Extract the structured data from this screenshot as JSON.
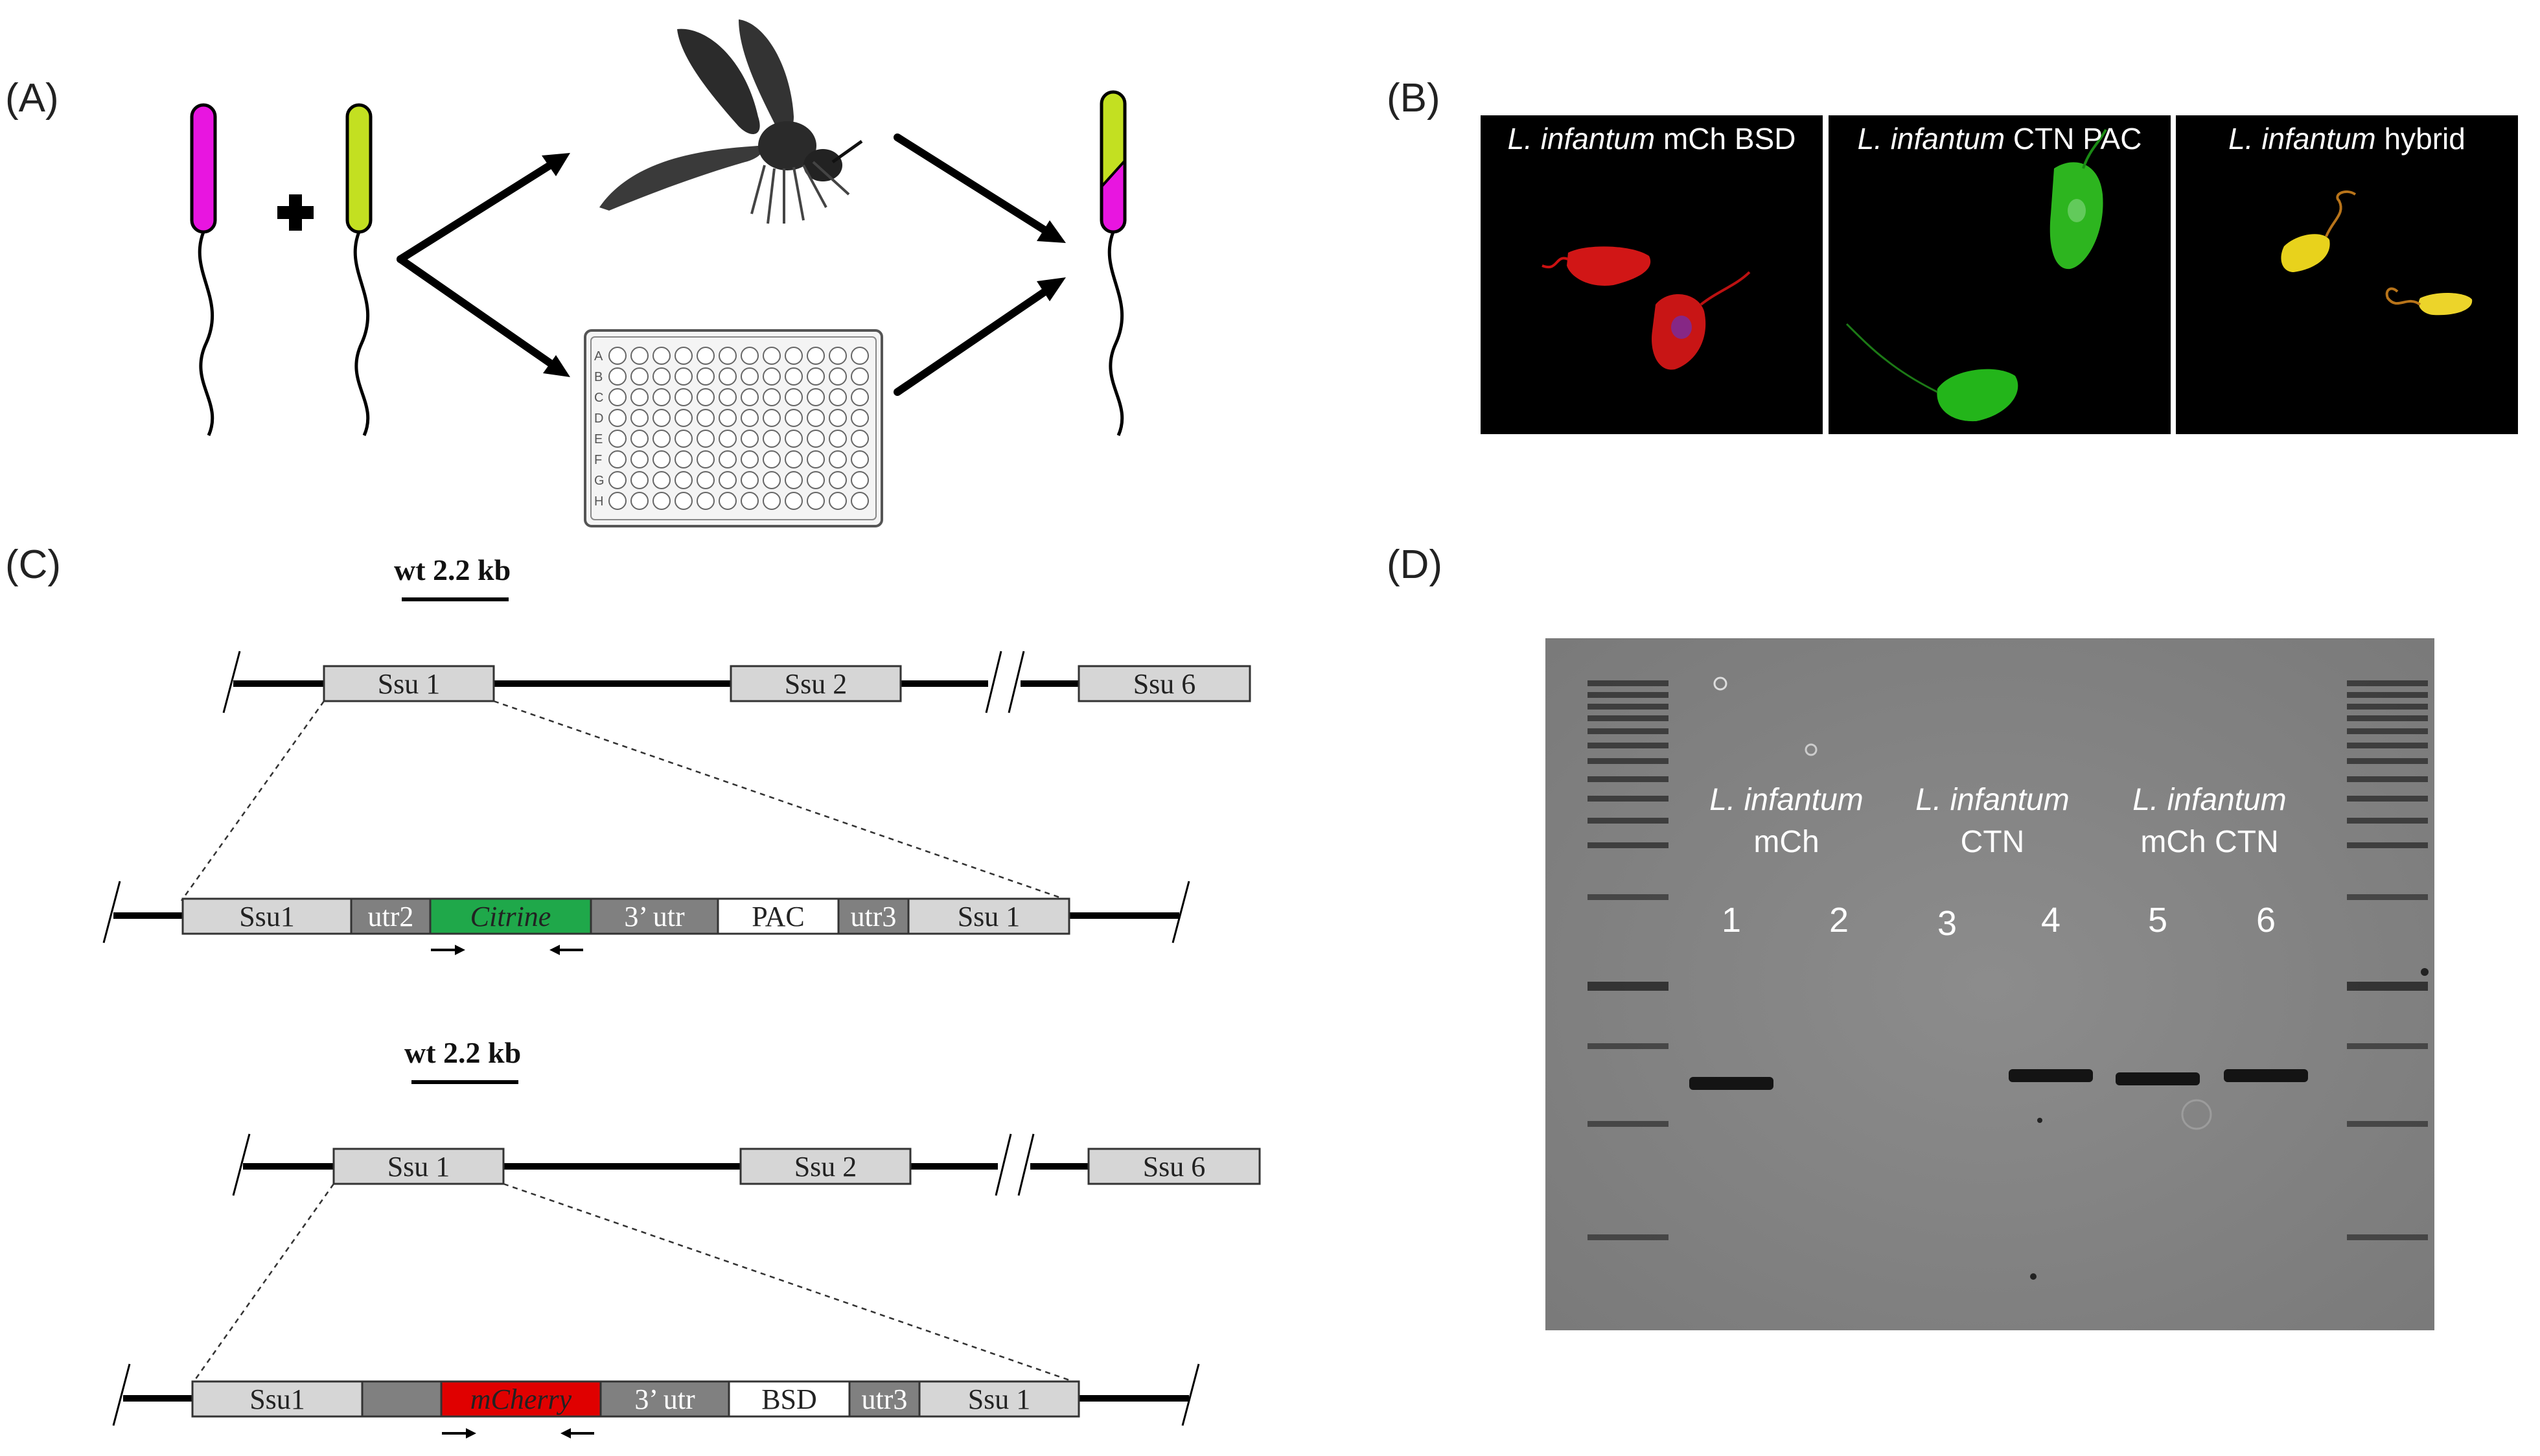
{
  "panel_labels": {
    "a": "(A)",
    "b": "(B)",
    "c": "(C)",
    "d": "(D)"
  },
  "colors": {
    "magenta": "#e815e0",
    "lime": "#c3e021",
    "citrine": "#1fa84a",
    "mcherry": "#e00000",
    "ssu_fill": "#d6d6d6",
    "utr_fill": "#808080",
    "gel_bg": "#8e8e8e",
    "image_bg": "#000000"
  },
  "panel_a": {
    "plus_icon": "plus",
    "mosquito_icon": "mosquito",
    "plate_icon": "96-well-plate",
    "plate_rows": [
      "A",
      "B",
      "C",
      "D",
      "E",
      "F",
      "G",
      "H"
    ]
  },
  "panel_b": {
    "captions": [
      {
        "species": "L. infantum",
        "rest": " mCh BSD"
      },
      {
        "species": "L. infantum",
        "rest": " CTN PAC"
      },
      {
        "species": "L. infantum",
        "rest": " hybrid"
      }
    ]
  },
  "panel_c": {
    "scale_label": "wt  2.2 kb",
    "locus_boxes": [
      "Ssu 1",
      "Ssu 2",
      "Ssu 6"
    ],
    "construct1": [
      "Ssu1",
      "utr2",
      "Citrine",
      "3’ utr",
      "PAC",
      "utr3",
      "Ssu 1"
    ],
    "construct2": [
      "Ssu1",
      "",
      "mCherry",
      "3’ utr",
      "BSD",
      "utr3",
      "Ssu 1"
    ]
  },
  "panel_d": {
    "group_labels": [
      {
        "line1": "L. infantum",
        "line2": "mCh"
      },
      {
        "line1": "L. infantum",
        "line2": "CTN"
      },
      {
        "line1": "L. infantum",
        "line2": "mCh CTN"
      }
    ],
    "lanes": [
      "1",
      "2",
      "3",
      "4",
      "5",
      "6"
    ],
    "band_present": [
      true,
      false,
      false,
      true,
      true,
      true
    ]
  }
}
